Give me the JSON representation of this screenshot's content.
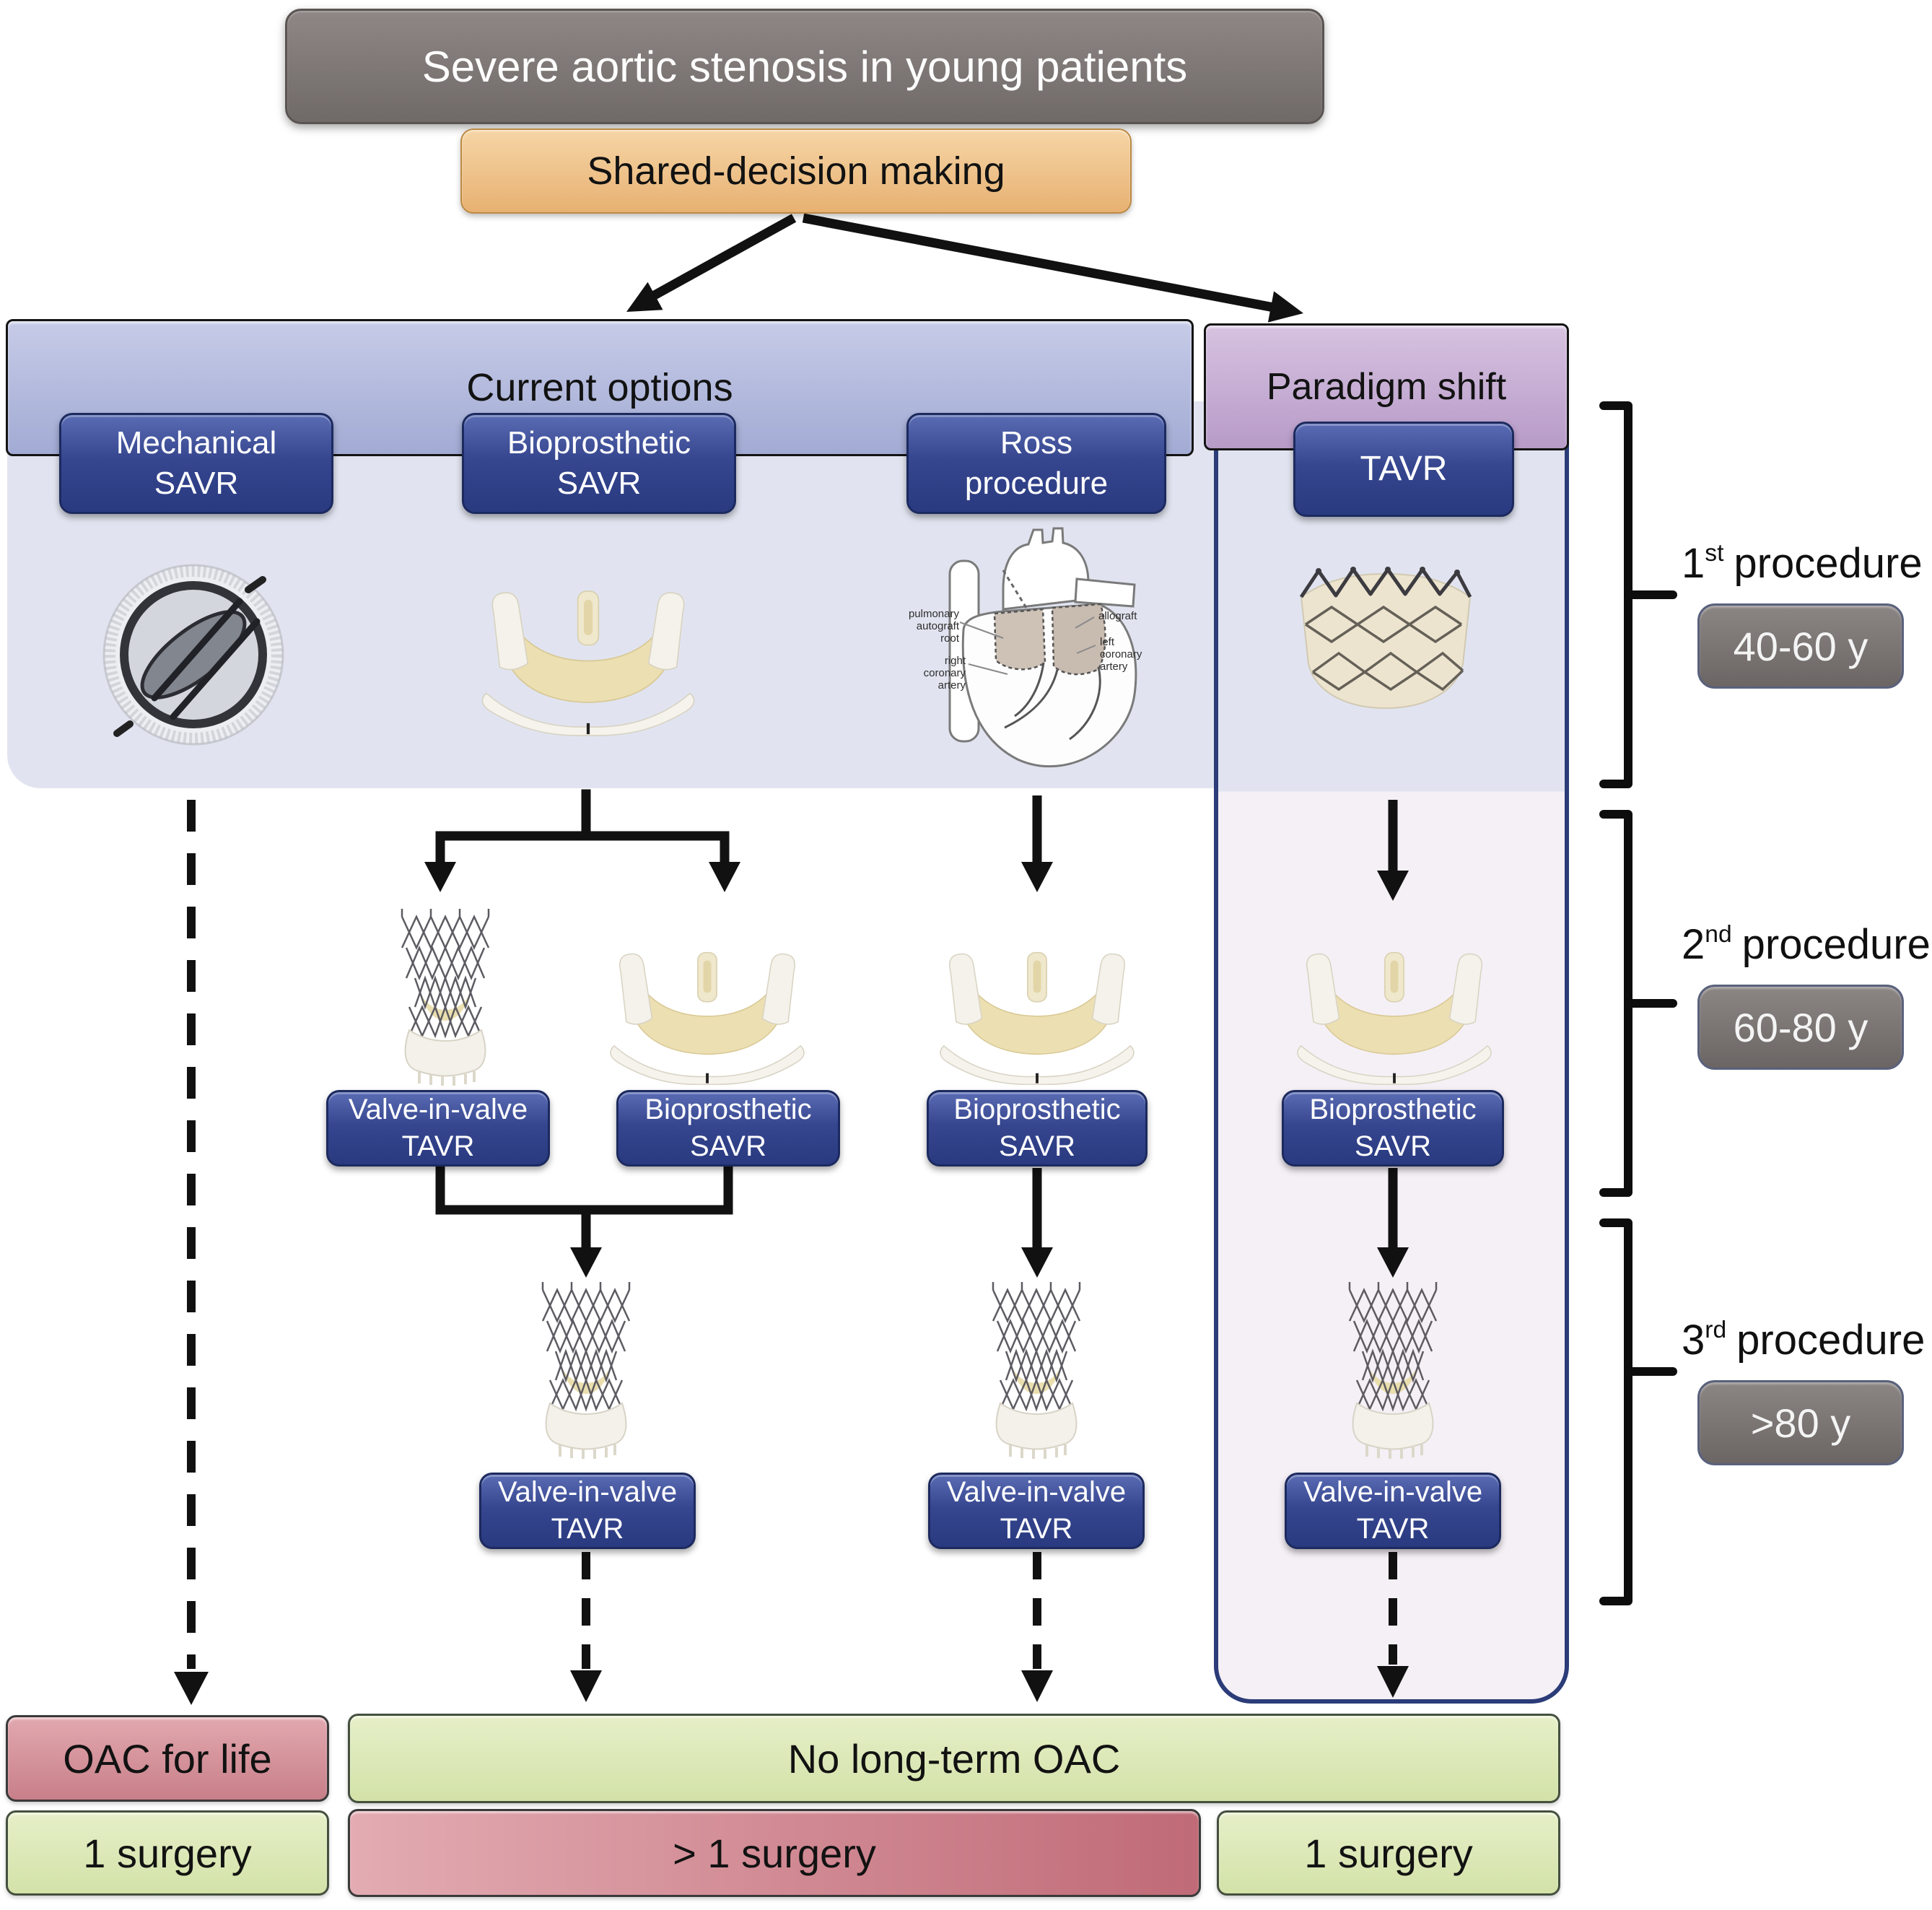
{
  "title": "Severe aortic stenosis in young patients",
  "subtitle": "Shared-decision making",
  "branches": {
    "left": "Current options",
    "right": "Paradigm shift"
  },
  "row1": {
    "mechanical": "Mechanical SAVR",
    "bioprosthetic": "Bioprosthetic SAVR",
    "ross": "Ross procedure",
    "tavr": "TAVR"
  },
  "ross_diagram_labels": {
    "pulmonary": "pulmonary autograft root",
    "allograft": "allograft",
    "left_coronary": "left coronary artery",
    "right_coronary": "right coronary artery"
  },
  "row2": {
    "col2a": "Valve-in-valve TAVR",
    "col2b": "Bioprosthetic SAVR",
    "col3": "Bioprosthetic SAVR",
    "col4": "Bioprosthetic SAVR"
  },
  "row3": {
    "col2": "Valve-in-valve TAVR",
    "col3": "Valve-in-valve TAVR",
    "col4": "Valve-in-valve TAVR"
  },
  "procedures": [
    {
      "ordinal": "1",
      "suffix": "st",
      "word": "procedure",
      "age": "40-60 y"
    },
    {
      "ordinal": "2",
      "suffix": "nd",
      "word": "procedure",
      "age": "60-80 y"
    },
    {
      "ordinal": "3",
      "suffix": "rd",
      "word": "procedure",
      "age": ">80 y"
    }
  ],
  "outcomes": {
    "oac_life": "OAC for life",
    "no_oac": "No long-term OAC",
    "one_surgery_left": "1 surgery",
    "multi_surgery": "> 1 surgery",
    "one_surgery_right": "1 surgery"
  },
  "colors": {
    "title_gray": "#7b7472",
    "shared_tan": "#eec189",
    "current_options_blue": "#aab2d8",
    "paradigm_purple": "#c3a8d1",
    "navy_box": "#2e3f87",
    "band_lavender": "#e1e4f0",
    "paradigm_fill": "#f5f0f6",
    "paradigm_border": "#2b3c78",
    "age_gray": "#6f6968",
    "oac_red": "#d4848e",
    "outcome_green": "#d9e7b4",
    "arrow_black": "#111111"
  }
}
